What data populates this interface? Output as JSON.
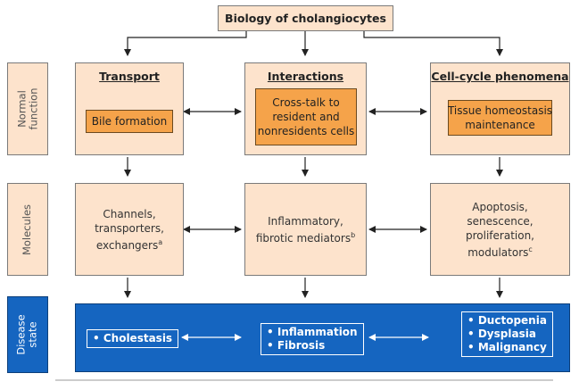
{
  "title": "Biology of cholangiocytes",
  "row_labels": {
    "normal": "Normal\nfunction",
    "molecules": "Molecules",
    "disease": "Disease\nstate"
  },
  "columns": [
    {
      "heading": "Transport",
      "function": "Bile formation",
      "molecules": "Channels,\ntransporters,\nexchangers",
      "sup": "a"
    },
    {
      "heading": "Interactions",
      "function": "Cross-talk to\nresident and\nnonresidents cells",
      "molecules": "Inflammatory,\nfibrotic mediators",
      "sup": "b"
    },
    {
      "heading": "Cell-cycle phenomena",
      "function": "Tissue homeostasis\nmaintenance",
      "molecules": "Apoptosis,\nsenescence,\nproliferation,\nmodulators",
      "sup": "c"
    }
  ],
  "disease": {
    "left": [
      "• Cholestasis"
    ],
    "middle": [
      "• Inflammation",
      "• Fibrosis"
    ],
    "right": [
      "• Ductopenia",
      "• Dysplasia",
      "• Malignancy"
    ]
  },
  "colors": {
    "peach": "#fde3cc",
    "orange": "#f5a34a",
    "blue": "#1565c0"
  }
}
